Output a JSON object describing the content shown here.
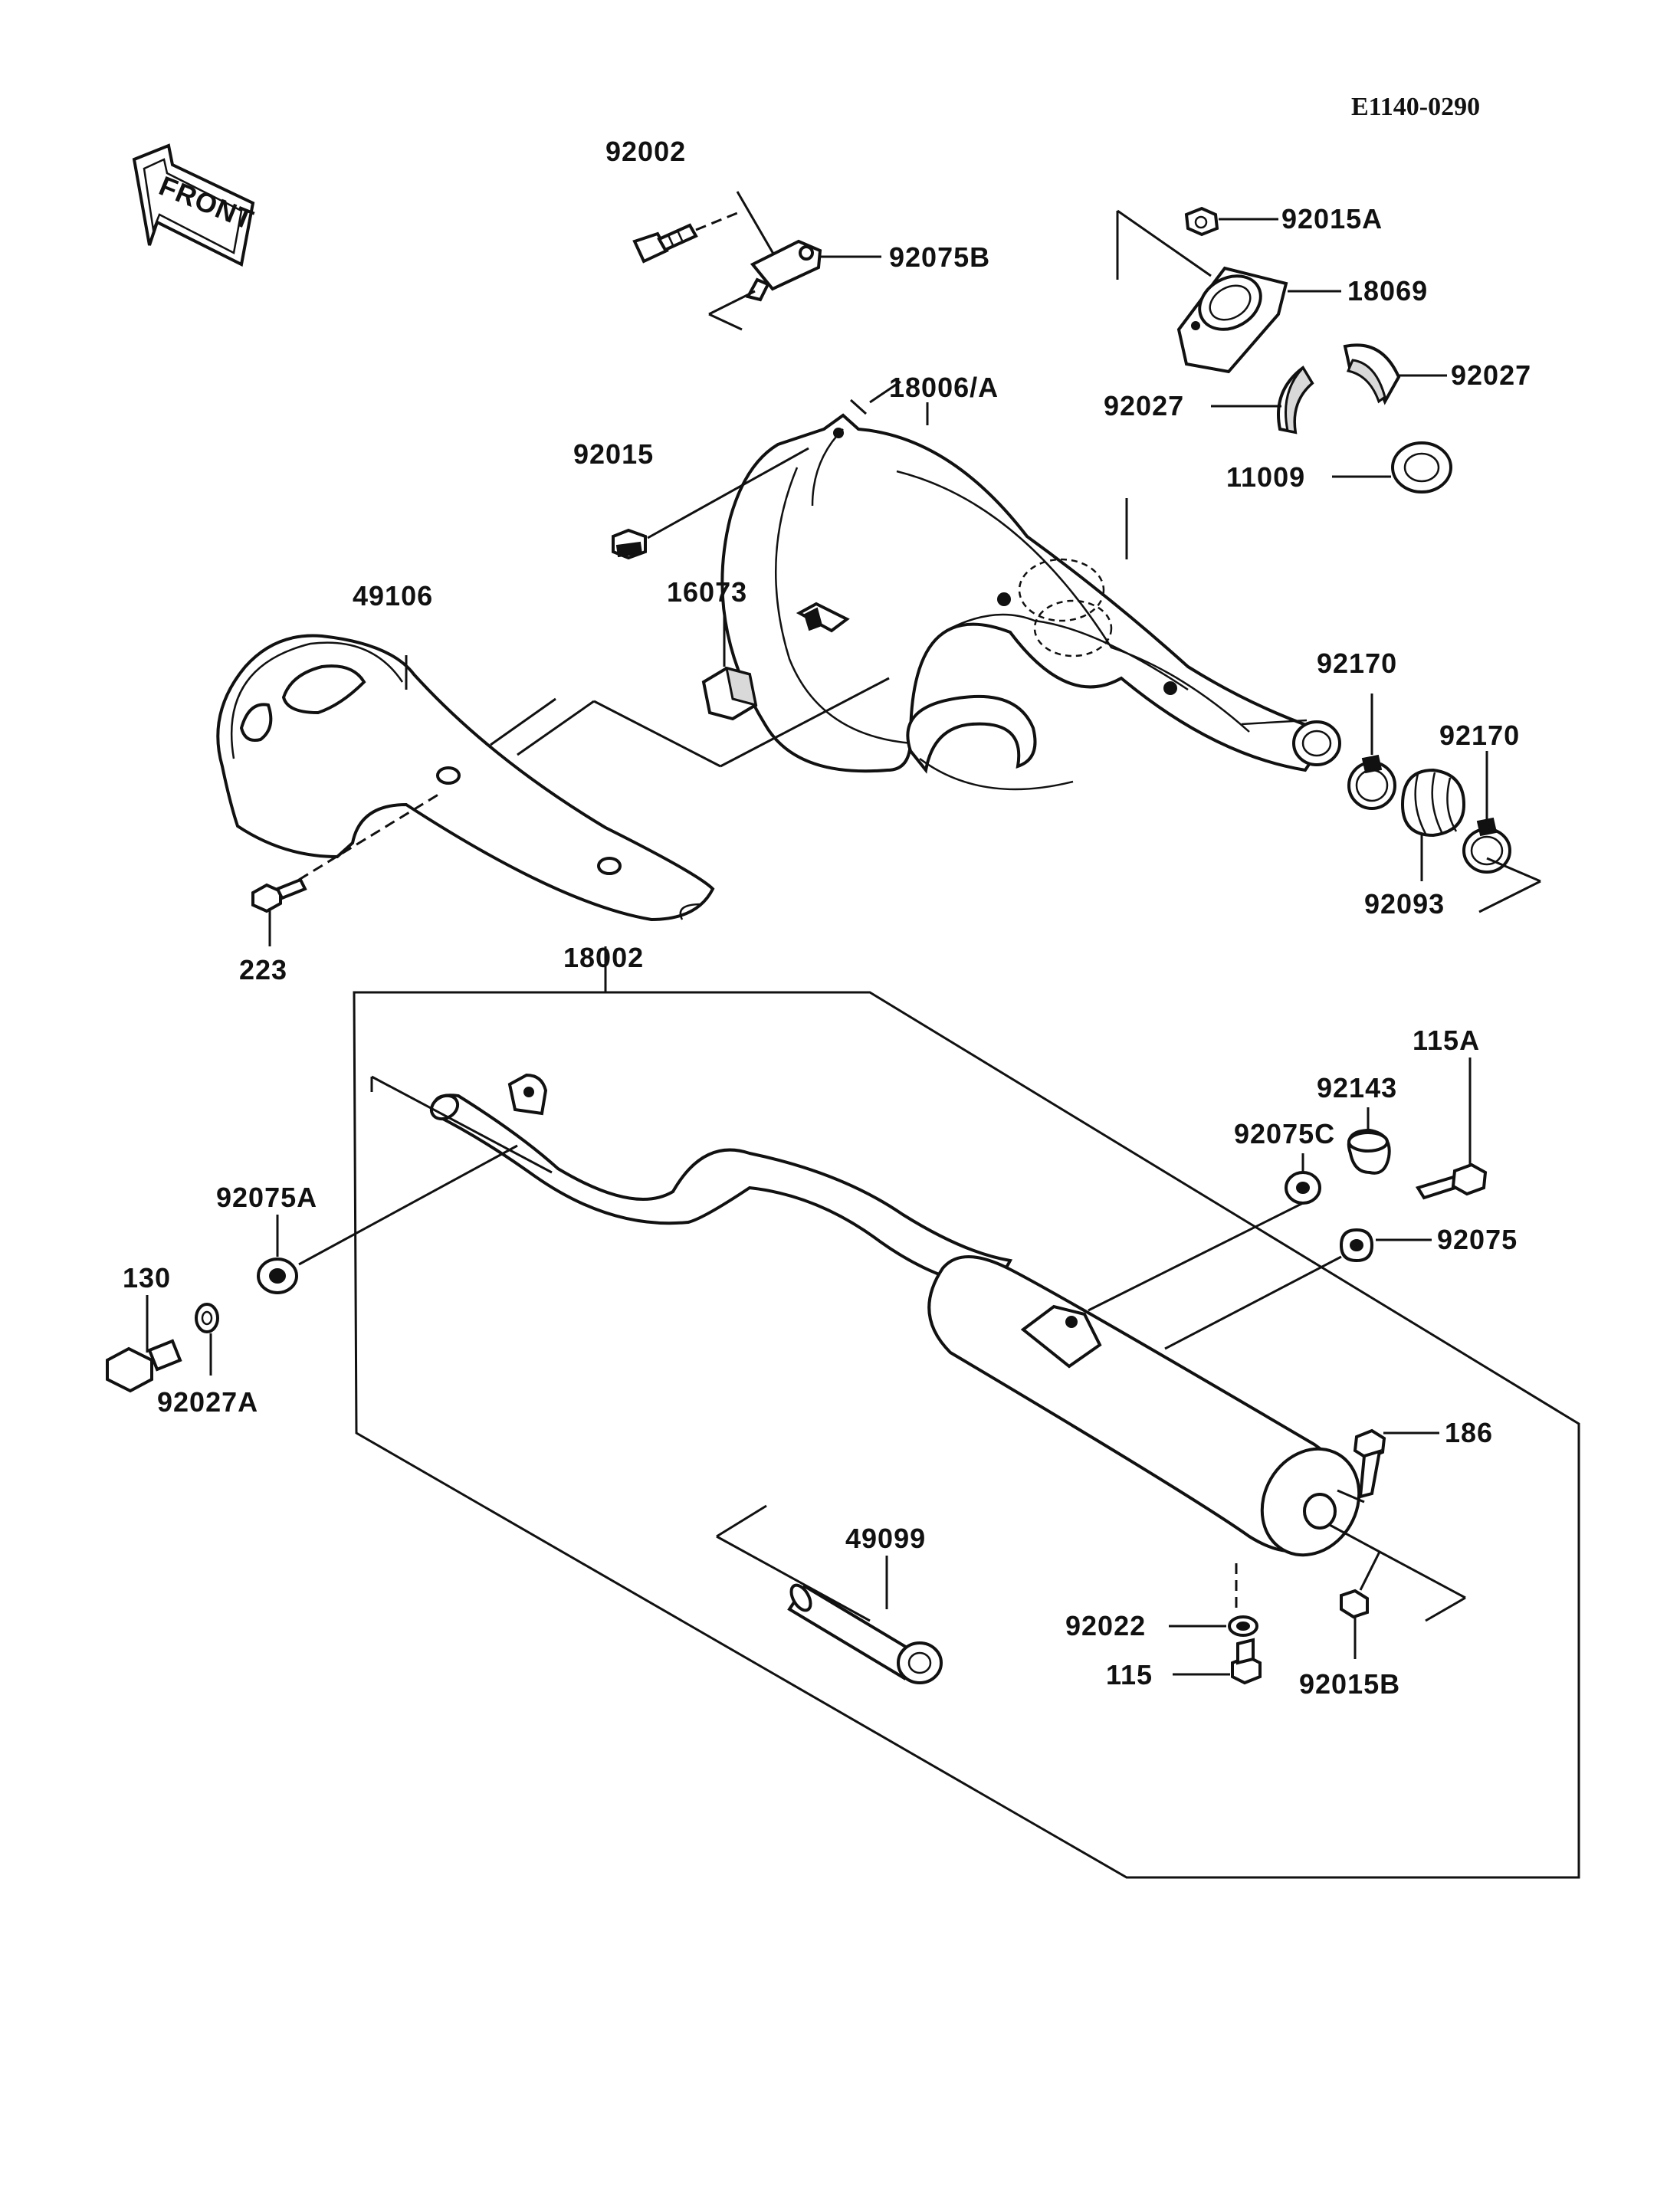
{
  "diagram_code": "E1140-0290",
  "front_label": "FRONT",
  "parts": {
    "p92002": "92002",
    "p92075B": "92075B",
    "p92015A": "92015A",
    "p18069": "18069",
    "p18006A": "18006/A",
    "p92027_left": "92027",
    "p92027_right": "92027",
    "p92015": "92015",
    "p11009": "11009",
    "p49106": "49106",
    "p16073": "16073",
    "p92170_a": "92170",
    "p92170_b": "92170",
    "p92093": "92093",
    "p223": "223",
    "p18002": "18002",
    "p115A": "115A",
    "p92143": "92143",
    "p92075C": "92075C",
    "p92075A": "92075A",
    "p92075": "92075",
    "p130": "130",
    "p92027A": "92027A",
    "p186": "186",
    "p49099": "49099",
    "p92022": "92022",
    "p115": "115",
    "p92015B": "92015B"
  }
}
